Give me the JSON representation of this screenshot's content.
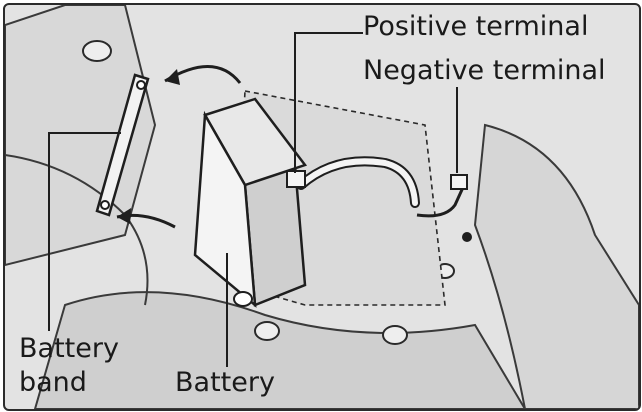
{
  "labels": {
    "positive_terminal": "Positive terminal",
    "negative_terminal": "Negative terminal",
    "battery_band_line1": "Battery",
    "battery_band_line2": "band",
    "battery": "Battery"
  },
  "colors": {
    "background": "#e3e3e3",
    "line": "#1e1e1e",
    "battery_face": "#f4f4f4",
    "battery_shade": "#cfcfcf",
    "engine_bay": "#d2d2d2"
  }
}
